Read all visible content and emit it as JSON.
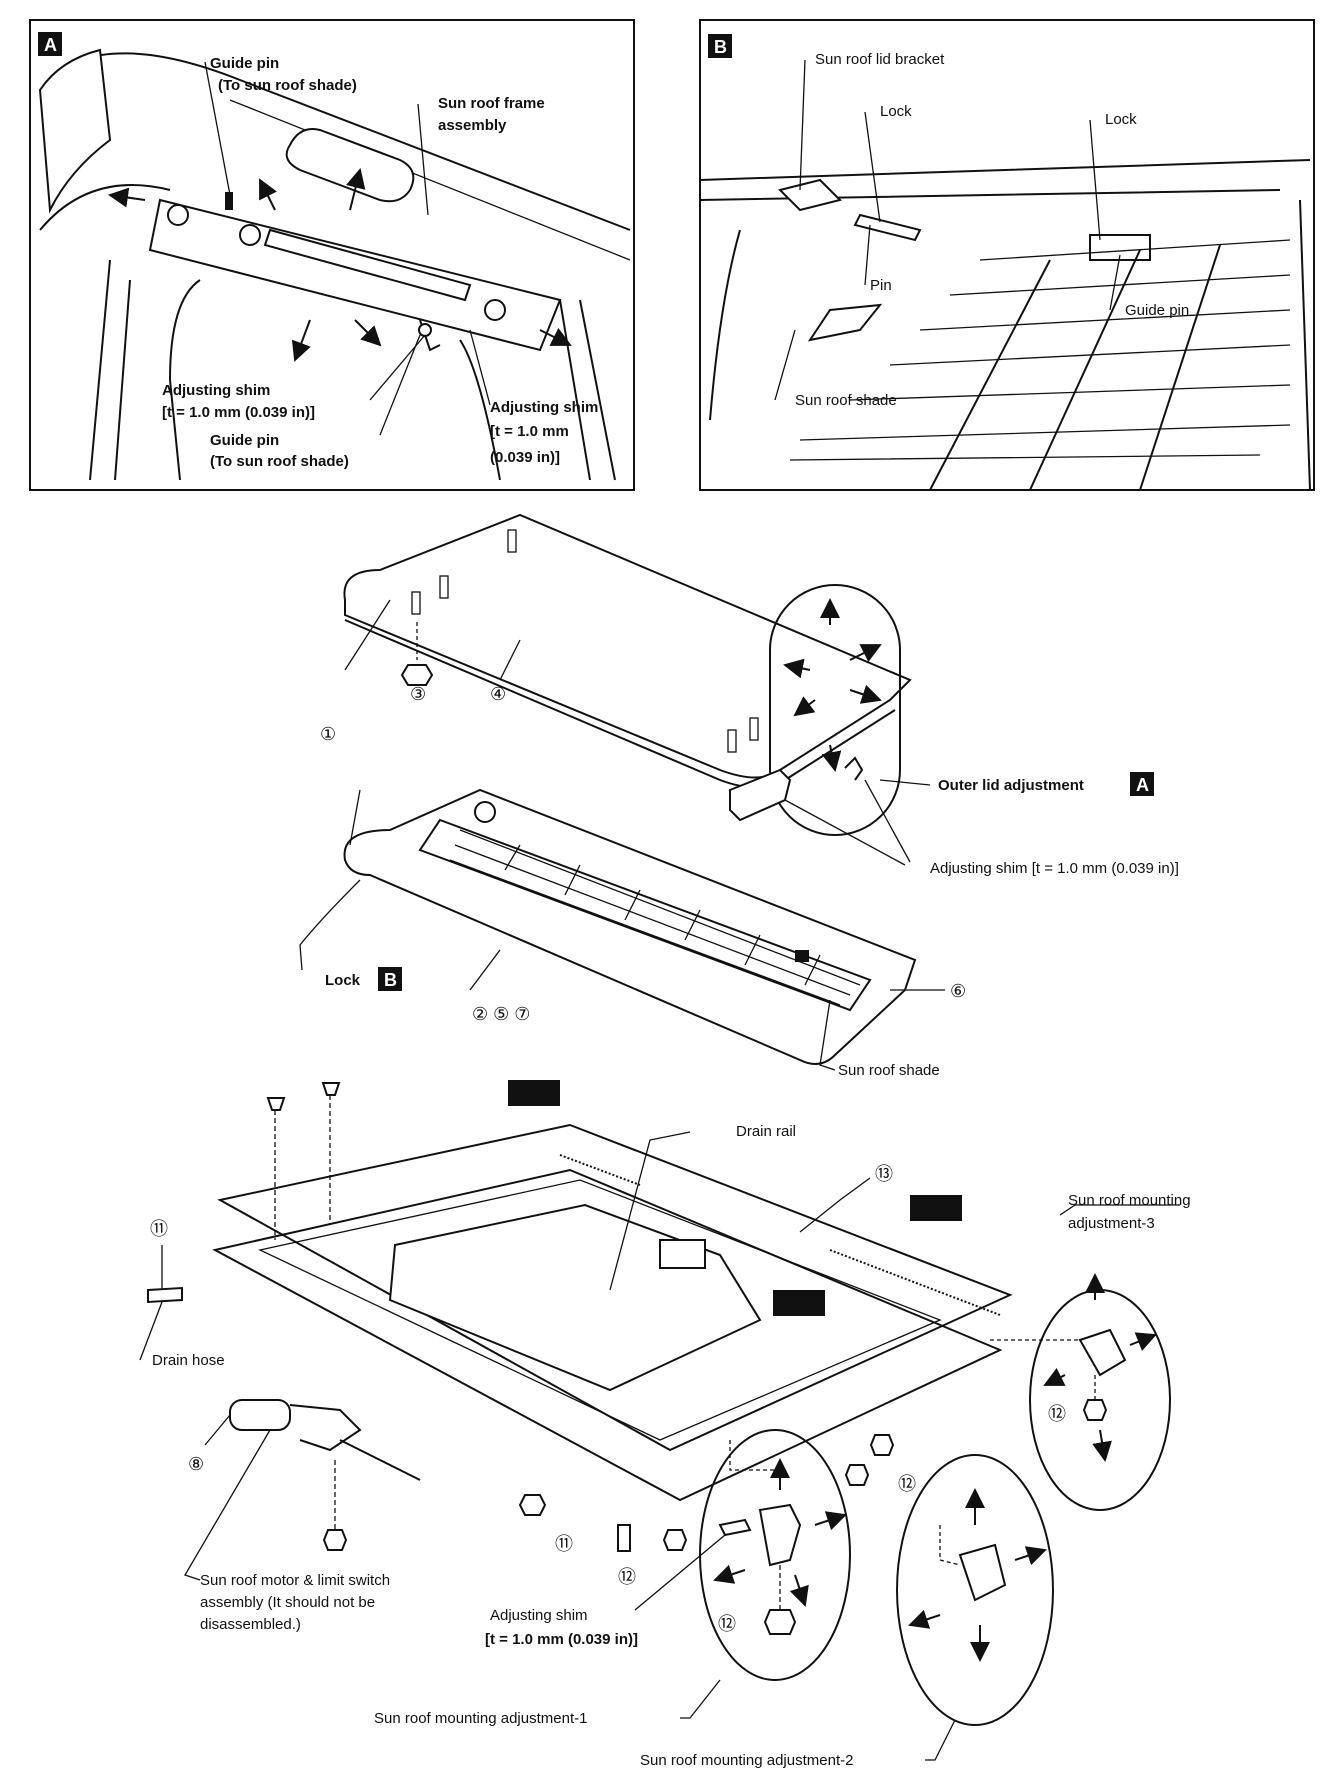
{
  "panel_a": {
    "tag": "A",
    "guide_pin_top": "Guide pin",
    "guide_pin_top_sub": "(To sun roof shade)",
    "frame_line1": "Sun roof frame",
    "frame_line2": "assembly",
    "shim_left_1": "Adjusting shim",
    "shim_left_2": "[t = 1.0 mm (0.039 in)]",
    "guide_pin_bottom": "Guide pin",
    "guide_pin_bottom_sub": "(To sun roof shade)",
    "shim_right_1": "Adjusting shim",
    "shim_right_2": "[t = 1.0 mm",
    "shim_right_3": "(0.039 in)]"
  },
  "panel_b": {
    "tag": "B",
    "lid_bracket": "Sun roof lid bracket",
    "lock_left": "Lock",
    "lock_right": "Lock",
    "pin": "Pin",
    "guide_pin": "Guide pin",
    "shade": "Sun roof shade"
  },
  "main": {
    "n1": "①",
    "n2": "② ⑤ ⑦",
    "n3": "③",
    "n4": "④",
    "n6": "⑥",
    "n8": "⑧",
    "n11_left": "⑪",
    "n11_bottom": "⑪",
    "n12_bottom": "⑫",
    "n12_right": "⑫",
    "n12_circle1": "⑫",
    "n12_circle3": "⑫",
    "n13": "⑬",
    "outer_lid": "Outer lid adjustment",
    "outer_lid_tag": "A",
    "shim_mid": "Adjusting shim [t = 1.0 mm (0.039 in)]",
    "lock": "Lock",
    "lock_tag": "B",
    "shade": "Sun roof shade",
    "drain_rail": "Drain rail",
    "drain_hose": "Drain hose",
    "mount3_1": "Sun roof mounting",
    "mount3_2": "adjustment-3",
    "motor_1": "Sun roof motor & limit switch",
    "motor_2": "assembly (It should not be",
    "motor_3": "disassembled.)",
    "shim_bottom_1": "Adjusting shim",
    "shim_bottom_2": "[t = 1.0 mm (0.039 in)]",
    "mount1": "Sun roof mounting adjustment-1",
    "mount2": "Sun roof mounting adjustment-2"
  }
}
